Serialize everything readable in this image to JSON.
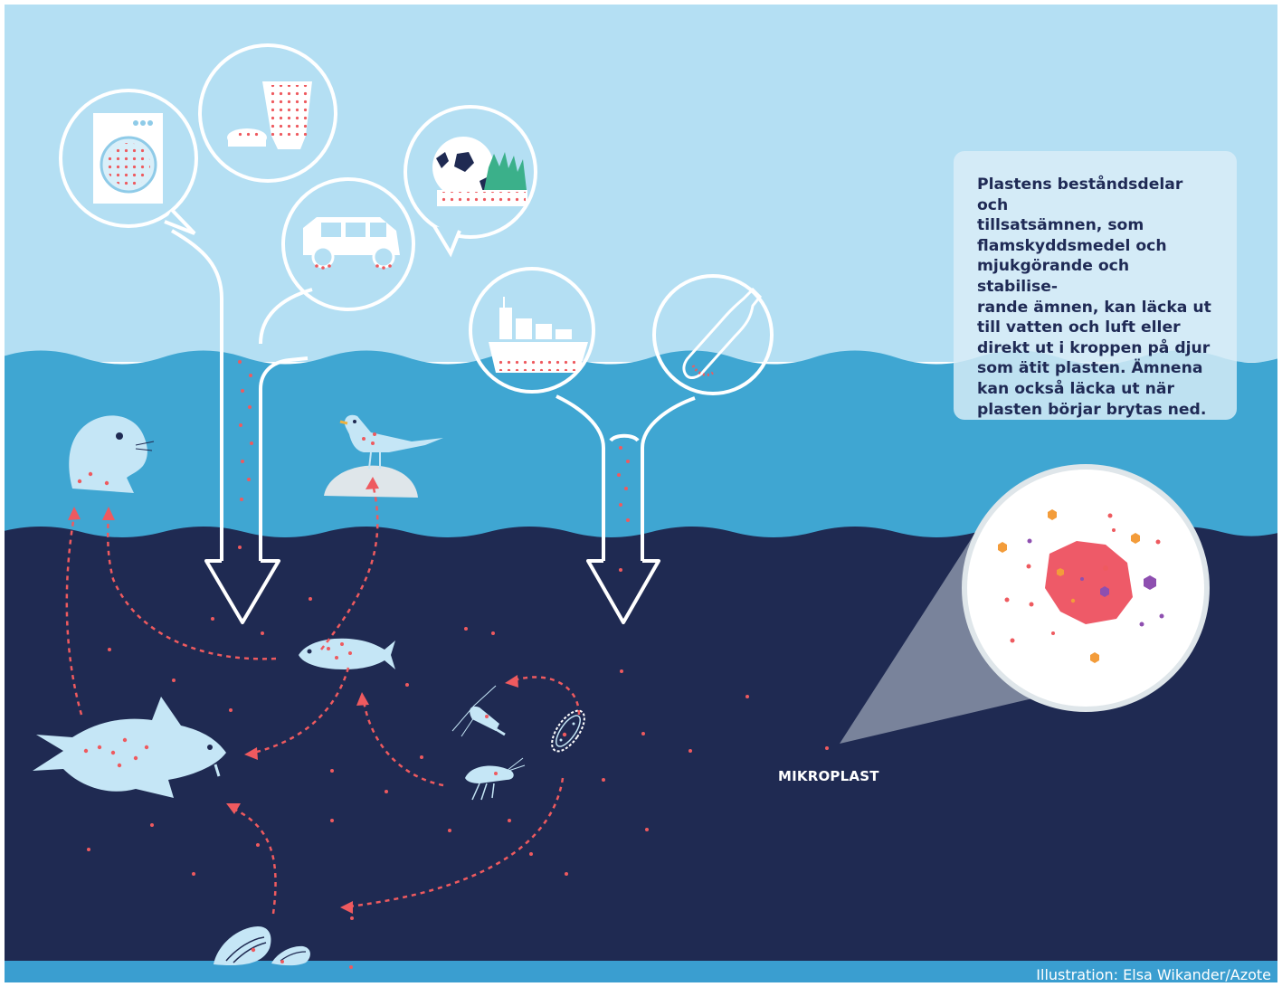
{
  "info_box": {
    "text": "Plastens beståndsdelar och\ntillsatsämnen, som\nflamskyddsmedel och\nmjukgörande och stabilise-\nrande ämnen, kan läcka ut\ntill vatten och luft eller\ndirekt ut i kroppen på djur\nsom ätit plasten. Ämnena\nkan också läcka ut när\nplasten börjar brytas ned."
  },
  "labels": {
    "microplastic": "MIKROPLAST"
  },
  "credit": "Illustration: Elsa Wikander/Azote",
  "colors": {
    "sky": "#b4dff3",
    "surface_water": "#3fa6d2",
    "deep_sea": "#1f2a52",
    "seabed": "#3a9ed0",
    "animal": "#c5e6f6",
    "particle_red": "#ee5a5f",
    "outline": "#ffffff",
    "zoom_blob": "#ee5a68",
    "orange_particle": "#f39c3a",
    "purple_particle": "#8e4fb0"
  },
  "icons": {
    "sources": [
      "washing-machine-icon",
      "cosmetics-icon",
      "car-tire-icon",
      "artificial-turf-icon",
      "cargo-ship-icon",
      "plastic-bottle-icon"
    ],
    "animals": [
      "seal-icon",
      "seagull-icon",
      "herring-icon",
      "cod-icon",
      "copepod-icon",
      "krill-icon",
      "plankton-icon",
      "mussels-icon"
    ]
  }
}
